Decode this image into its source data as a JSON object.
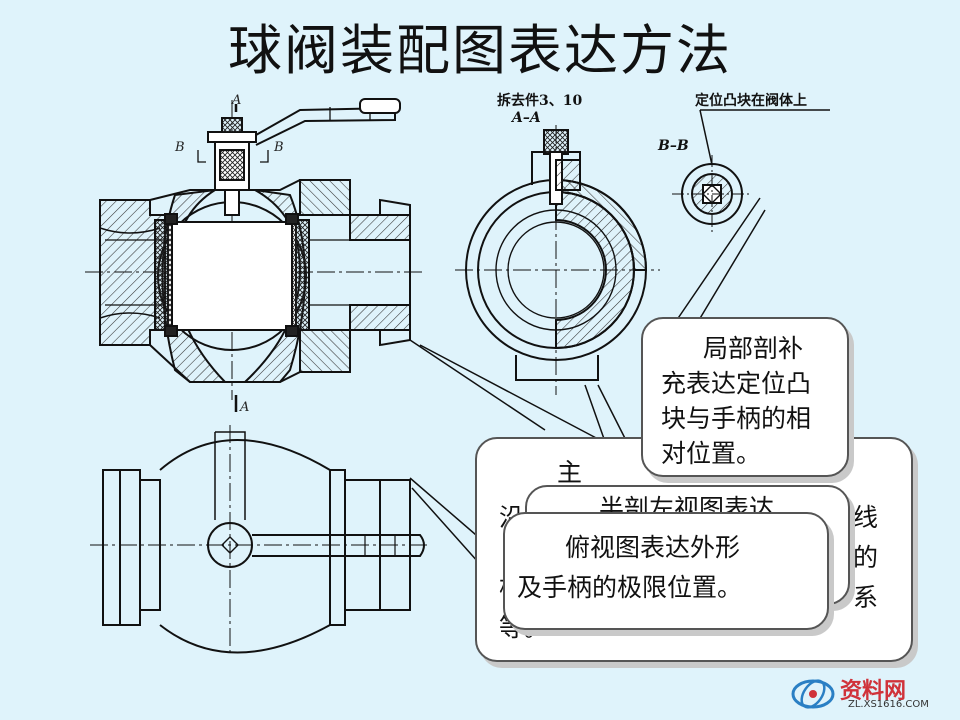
{
  "title": "球阀装配图表达方法",
  "view_labels": {
    "section_a": "A",
    "section_a_bottom": "A",
    "section_b_left": "B",
    "section_b_right": "B",
    "remove_parts": "拆去件3、10",
    "aa_view": "A–A",
    "bb_view": "B–B",
    "boss_note": "定位凸块在阀体上"
  },
  "callouts": {
    "back": {
      "lines": [
        "主",
        "沿",
        "构",
        "等。"
      ],
      "right_lines": [
        "线",
        "的",
        "系"
      ]
    },
    "middle": {
      "line": "半剖左视图表达"
    },
    "partial": {
      "lines": [
        "局部剖补",
        "充表达定位凸",
        "块与手柄的相",
        "对位置。"
      ]
    },
    "top_view": {
      "lines": [
        "俯视图表达外形",
        "及手柄的极限位置。"
      ]
    }
  },
  "watermark": {
    "brand": "资料网",
    "url": "ZL.XS1616.COM"
  }
}
